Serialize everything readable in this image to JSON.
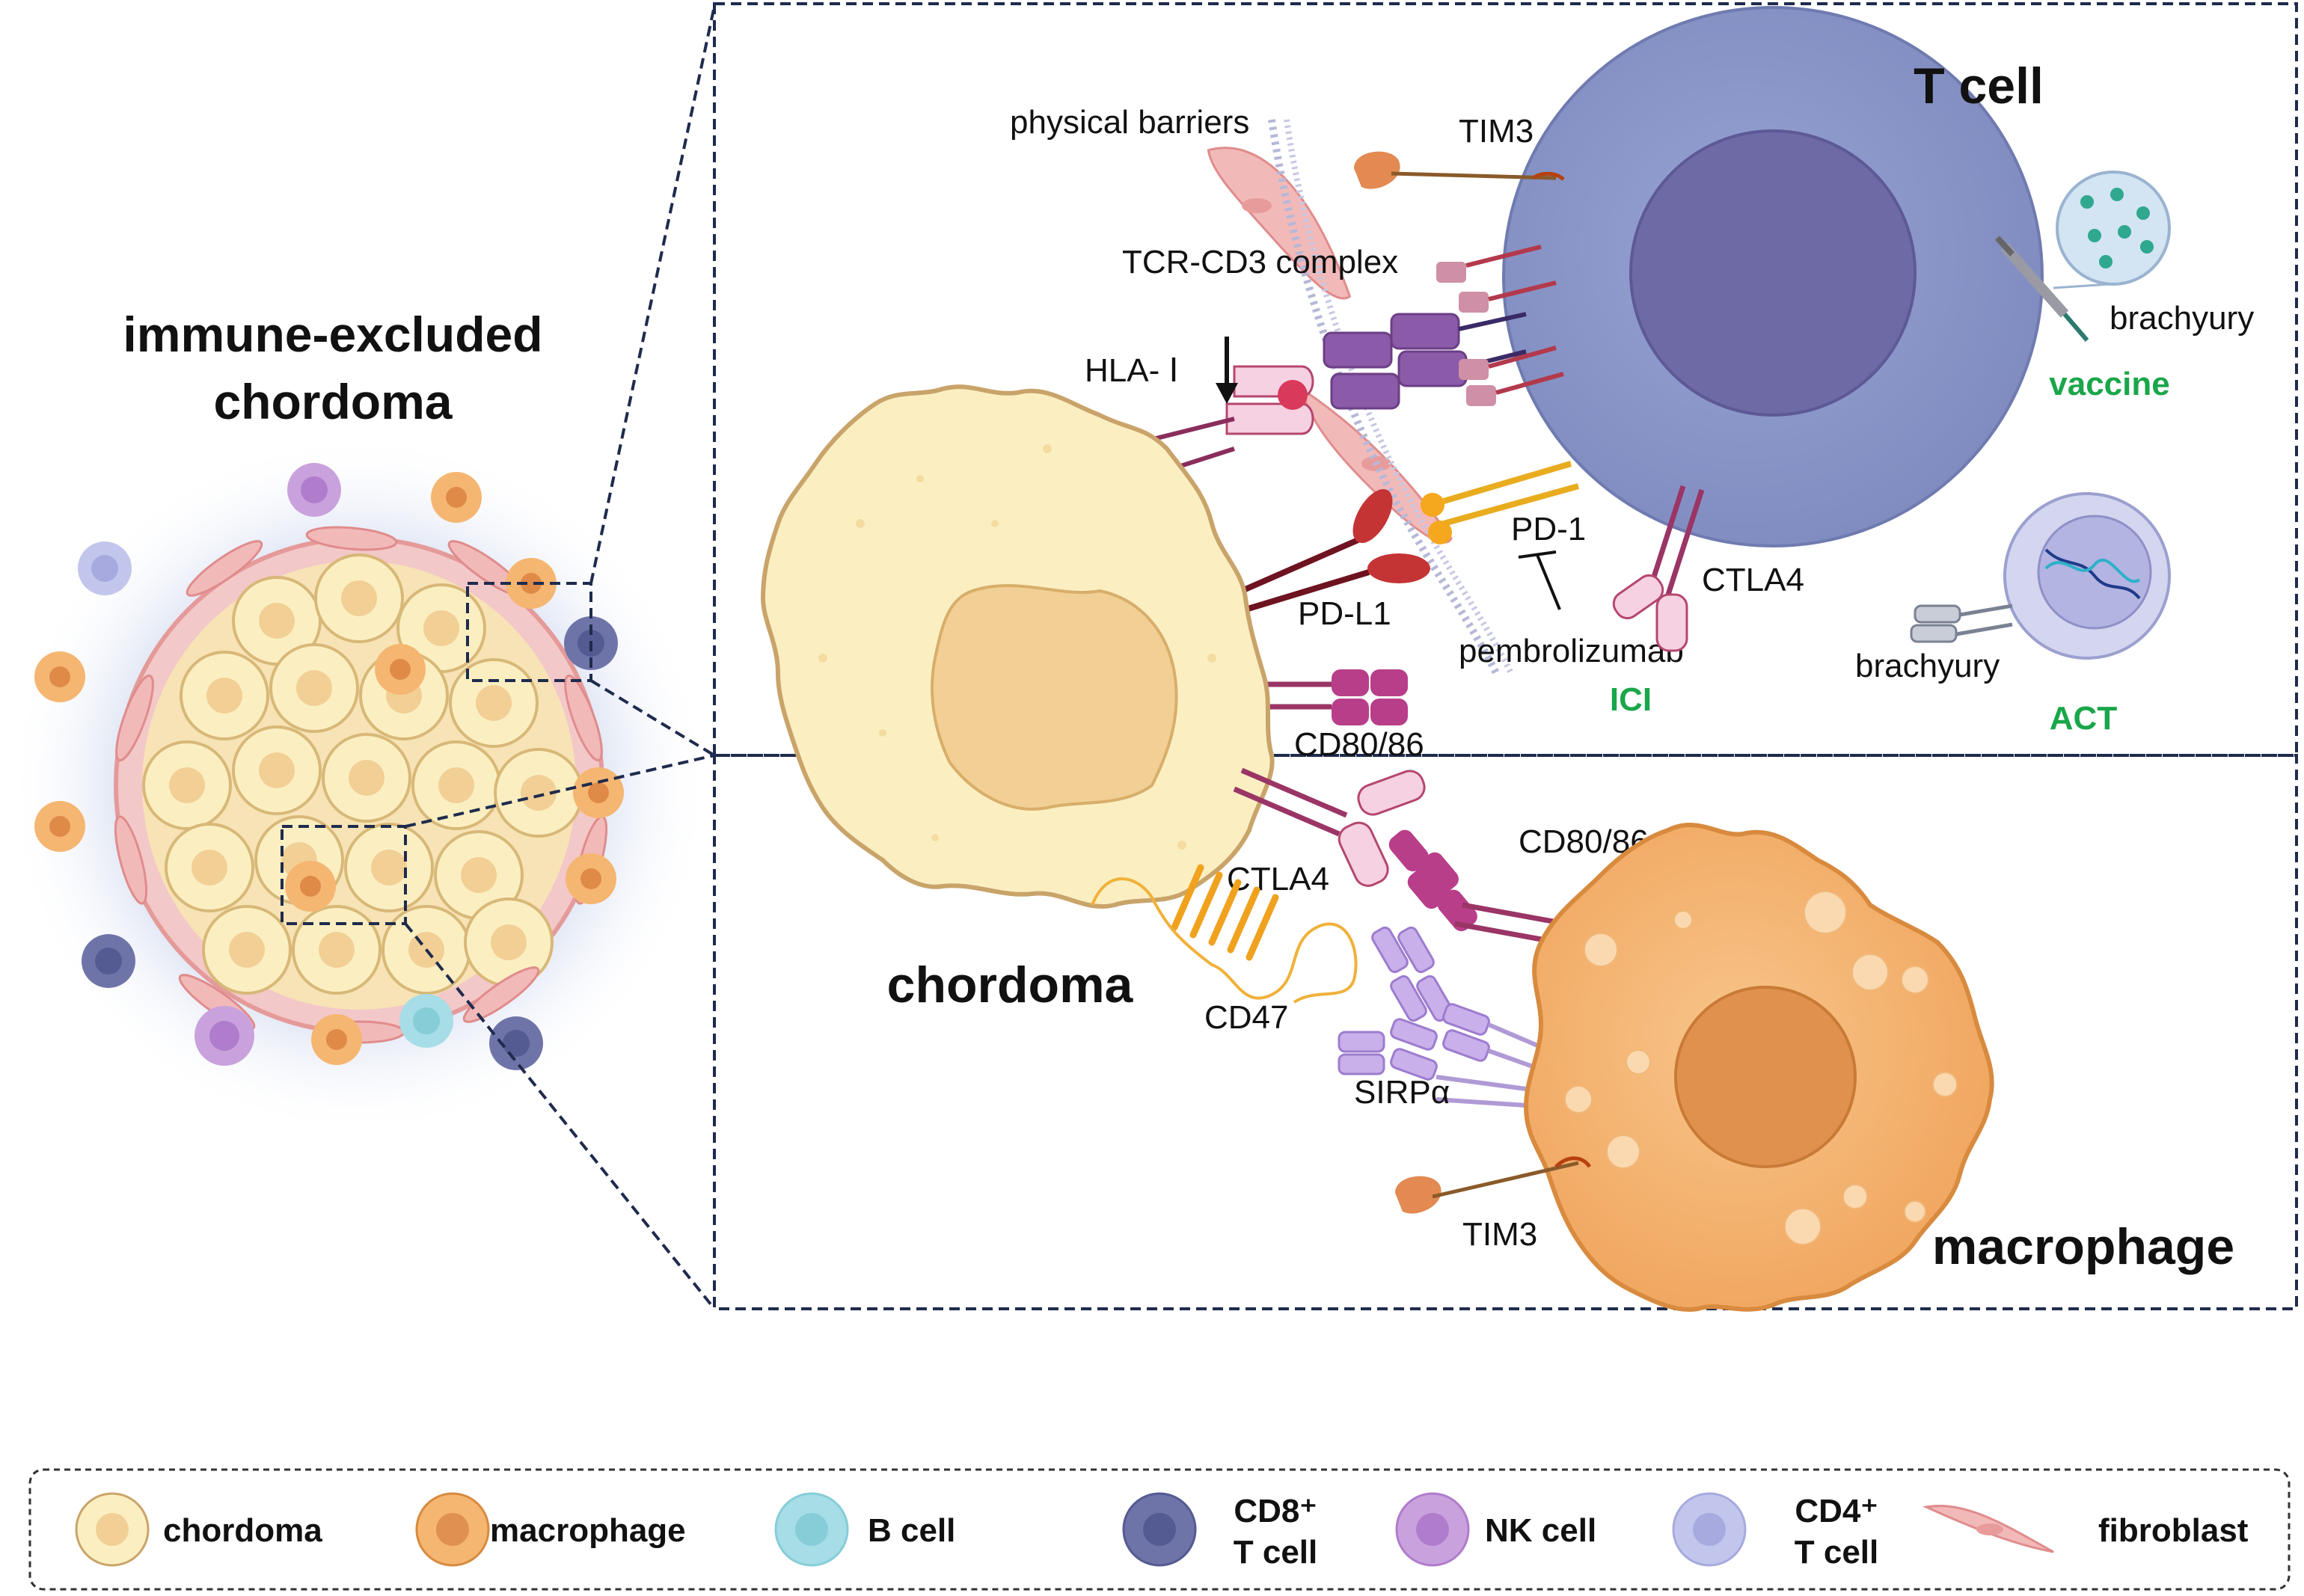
{
  "left_title": {
    "line1": "immune-excluded",
    "line2": "chordoma"
  },
  "top_panel": {
    "title": "T cell",
    "labels": {
      "physical_barriers": "physical barriers",
      "tim3": "TIM3",
      "tcr_cd3": "TCR-CD3 complex",
      "hla": "HLA- Ⅰ",
      "pd1": "PD-1",
      "pdl1": "PD-L1",
      "ctla4": "CTLA4",
      "pembrolizumab": "pembrolizumab",
      "ici": "ICI",
      "cd80_86": "CD80/86",
      "brachyury_vaccine": "brachyury",
      "vaccine": "vaccine",
      "brachyury_act": "brachyury",
      "act": "ACT"
    }
  },
  "bottom_panel": {
    "chordoma": "chordoma",
    "macrophage": "macrophage",
    "labels": {
      "ctla4": "CTLA4",
      "cd80_86": "CD80/86",
      "cd47": "CD47",
      "sirpa": "SIRPα",
      "tim3": "TIM3"
    }
  },
  "legend": {
    "items": [
      {
        "name": "chordoma",
        "line1": "chordoma",
        "line2": ""
      },
      {
        "name": "macrophage",
        "line1": "macrophage",
        "line2": ""
      },
      {
        "name": "b-cell",
        "line1": "B cell",
        "line2": ""
      },
      {
        "name": "cd8-t-cell",
        "line1": "CD8⁺",
        "line2": "T cell"
      },
      {
        "name": "nk-cell",
        "line1": "NK cell",
        "line2": ""
      },
      {
        "name": "cd4-t-cell",
        "line1": "CD4⁺",
        "line2": "T cell"
      },
      {
        "name": "fibroblast",
        "line1": "fibroblast",
        "line2": ""
      }
    ]
  },
  "colors": {
    "chordoma_fill": "#fbefc2",
    "chordoma_edge": "#c9a46a",
    "macrophage_fill": "#f5b672",
    "macrophage_nucleus": "#e09050",
    "t_cell": "#8c98c8",
    "t_cell_nucleus": "#6e6aa6",
    "fibroblast": "#f2b9b9",
    "b_cell": "#a6dde6",
    "nk_cell": "#c9a2dd",
    "cd4": "#c3c6ec",
    "green_label": "#1aa64a",
    "box_border": "#1f2b4d"
  }
}
